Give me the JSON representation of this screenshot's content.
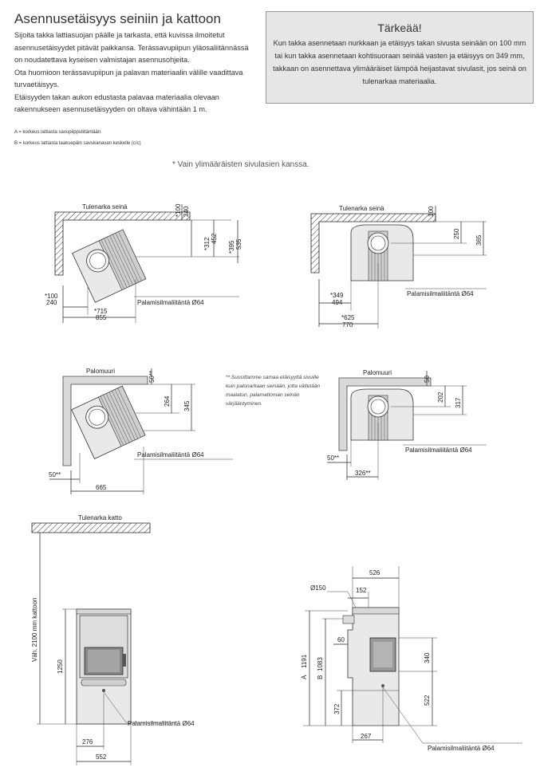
{
  "title": "Asennusetäisyys seiniin ja kattoon",
  "intro": [
    "Sijoita takka lattiasuojan päälle ja tarkasta, että kuvissa ilmoitetut asennusetäisyydet pitävät paikkansa. Terässavupiipun yläosaliitännässä on noudatettava kyseisen valmistajan asennusohjeita.",
    "Ota huomioon terässavupiipun ja palavan materiaalin välille vaadittava turvaetäisyys.",
    "Etäisyyden takan aukon edustasta palavaa materiaalia olevaan rakennukseen asennusetäisyyden on oltava vähintään 1 m."
  ],
  "note": {
    "title": "Tärkeää!",
    "body": "Kun takka asennetaan nurkkaan ja etäisyys takan sivusta seinään on 100 mm tai kun takka asennetaan kohtisuoraan seinää vasten ja etäisyys on 349 mm, takkaan on asennettava ylimääräiset lämpöä heijastavat sivulasit, jos seinä on tulenarkaa materiaalia."
  },
  "legend": {
    "a": "A = korkeus lattiasta savupiippuliitäntään",
    "b": "B = korkeus lattiasta taaksepäin savukanavan keskelle (c/c)"
  },
  "star_note": "* Vain ylimääräisten sivulasien kanssa.",
  "recommendation": "** Suosittamme samaa etäisyyttä sivuille kuin palonarkaan seinään, jotta vältetään maalatun, palamattoman seinän värjääntyminen.",
  "labels": {
    "flammable_wall": "Tulenarka seinä",
    "firewall": "Palomuuri",
    "flammable_ceiling": "Tulenarka katto",
    "air_inlet": "Palamisilmaliitäntä Ø64",
    "min_ceiling": "Väh. 2100 mm kattoon"
  },
  "diagram1": {
    "d100": "*100",
    "d240": "240",
    "d312": "*312",
    "d452": "452",
    "d395": "*395",
    "d535": "535",
    "l100": "*100",
    "l240": "240",
    "d715": "*715",
    "d855": "855"
  },
  "diagram2": {
    "d100": "100",
    "d250": "250",
    "d365": "365",
    "d349": "*349",
    "d494": "494",
    "d625": "*625",
    "d770": "770"
  },
  "diagram3": {
    "d50": "50**",
    "d264": "264",
    "d345": "345",
    "l50": "50**",
    "d665": "665"
  },
  "diagram4": {
    "d50": "50",
    "d202": "202",
    "d317": "317",
    "l50": "50**",
    "d326": "326**"
  },
  "front": {
    "d1250": "1250",
    "d276": "276",
    "d552": "552"
  },
  "side": {
    "d526": "526",
    "d150": "Ø150",
    "d152": "152",
    "d60": "60",
    "a": "A",
    "d1191": "1191",
    "b": "B",
    "d1083": "1083",
    "d340": "340",
    "d372": "372",
    "d522": "522",
    "d267": "267"
  }
}
